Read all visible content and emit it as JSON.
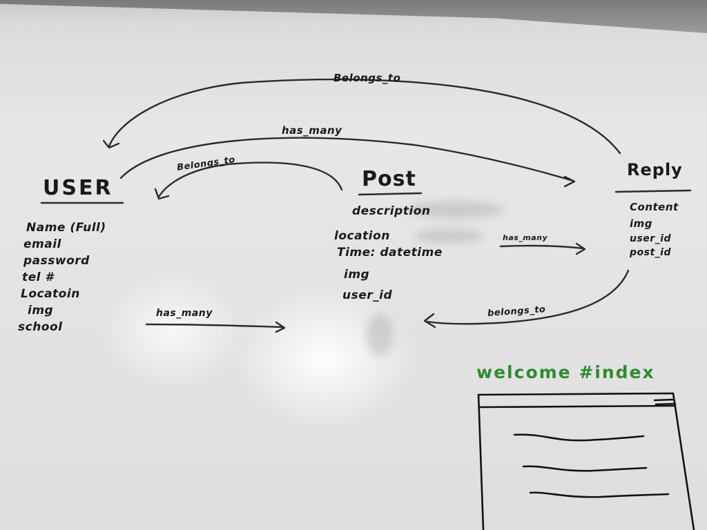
{
  "entities": {
    "user": {
      "title": "USER",
      "fields": [
        "Name (Full)",
        "email",
        "password",
        "tel #",
        "Locatoin",
        "img",
        "school"
      ]
    },
    "post": {
      "title": "Post",
      "fields": [
        "description",
        "location",
        "Time: datetime",
        "img",
        "user_id"
      ]
    },
    "reply": {
      "title": "Reply",
      "fields": [
        "Content",
        "img",
        "user_id",
        "post_id"
      ]
    }
  },
  "relations": {
    "reply_to_user": "Belongs_to",
    "user_to_reply": "has_many",
    "post_to_user": "Belongs_to",
    "post_to_reply": "has_many",
    "user_to_post": "has_many",
    "reply_to_post": "belongs_to"
  },
  "wireframe": {
    "title": "welcome #index"
  },
  "colors": {
    "ink": "#1a1a1a",
    "green_marker": "#2f8b2f",
    "board": "#e3e3e3"
  }
}
